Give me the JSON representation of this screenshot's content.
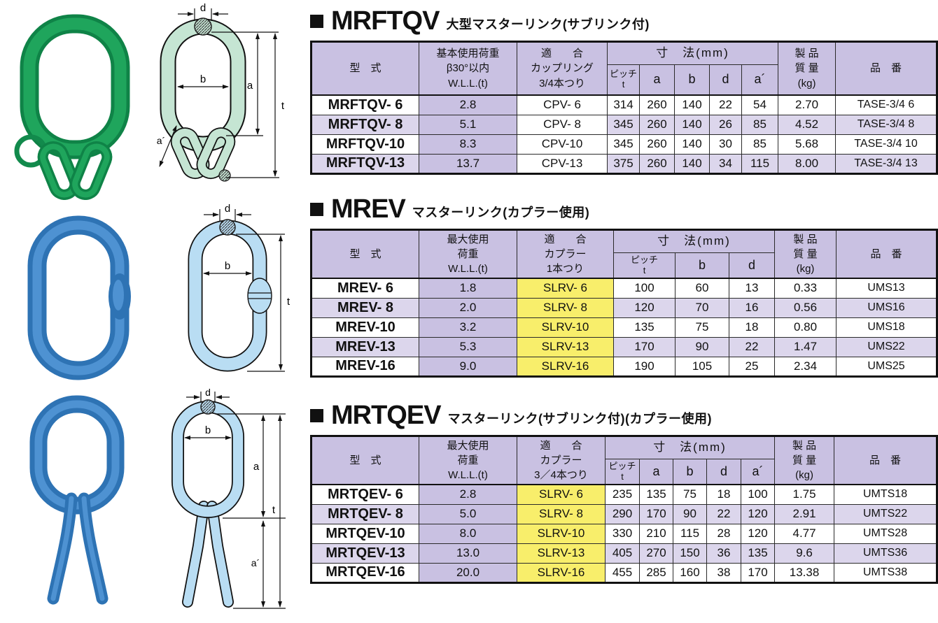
{
  "colors": {
    "header_bg": "#c9c1e2",
    "row_alt_bg": "#dcd6ec",
    "wll_column_bg": "#c9c1e2",
    "coupler_highlight": "#f8ee6b",
    "table_border": "#111111",
    "photo_green": "#1fa55c",
    "photo_blue": "#2e73b4",
    "drawing_green_fill": "#c5e5d3",
    "drawing_blue_fill": "#b9ddf3"
  },
  "dim_labels": {
    "d": "d",
    "b": "b",
    "a": "a",
    "t": "t",
    "a_prime": "a´"
  },
  "sections": [
    {
      "model": "MRFTQV",
      "subtitle": "大型マスターリンク(サブリンク付)",
      "headers": {
        "model": "型　式",
        "wll": "基本使用荷重\nβ30°以内\nW.L.L.(t)",
        "coupling": "適　　合\nカップリング\n3/4本つり",
        "dims_group": "寸　法(mm)",
        "pitch": "ピッチ\nt",
        "a": "a",
        "b": "b",
        "d": "d",
        "a2": "a´",
        "weight": "製 品\n質 量\n(kg)",
        "part": "品　番"
      },
      "rows": [
        [
          "MRFTQV- 6",
          "2.8",
          "CPV- 6",
          "314",
          "260",
          "140",
          "22",
          "54",
          "2.70",
          "TASE-3/4 6"
        ],
        [
          "MRFTQV- 8",
          "5.1",
          "CPV- 8",
          "345",
          "260",
          "140",
          "26",
          "85",
          "4.52",
          "TASE-3/4 8"
        ],
        [
          "MRFTQV-10",
          "8.3",
          "CPV-10",
          "345",
          "260",
          "140",
          "30",
          "85",
          "5.68",
          "TASE-3/4 10"
        ],
        [
          "MRFTQV-13",
          "13.7",
          "CPV-13",
          "375",
          "260",
          "140",
          "34",
          "115",
          "8.00",
          "TASE-3/4 13"
        ]
      ]
    },
    {
      "model": "MREV",
      "subtitle": "マスターリンク(カプラー使用)",
      "headers": {
        "model": "型　式",
        "wll": "最大使用\n荷重\nW.L.L.(t)",
        "coupling": "適　　合\nカプラー\n1本つり",
        "dims_group": "寸　法(mm)",
        "pitch": "ピッチ\nt",
        "b": "b",
        "d": "d",
        "weight": "製 品\n質 量\n(kg)",
        "part": "品　番"
      },
      "rows": [
        [
          "MREV- 6",
          "1.8",
          "SLRV- 6",
          "100",
          "60",
          "13",
          "0.33",
          "UMS13"
        ],
        [
          "MREV- 8",
          "2.0",
          "SLRV- 8",
          "120",
          "70",
          "16",
          "0.56",
          "UMS16"
        ],
        [
          "MREV-10",
          "3.2",
          "SLRV-10",
          "135",
          "75",
          "18",
          "0.80",
          "UMS18"
        ],
        [
          "MREV-13",
          "5.3",
          "SLRV-13",
          "170",
          "90",
          "22",
          "1.47",
          "UMS22"
        ],
        [
          "MREV-16",
          "9.0",
          "SLRV-16",
          "190",
          "105",
          "25",
          "2.34",
          "UMS25"
        ]
      ]
    },
    {
      "model": "MRTQEV",
      "subtitle": "マスターリンク(サブリンク付)(カプラー使用)",
      "headers": {
        "model": "型　式",
        "wll": "最大使用\n荷重\nW.L.L.(t)",
        "coupling": "適　　合\nカプラー\n3／4本つり",
        "dims_group": "寸　法(mm)",
        "pitch": "ピッチ\nt",
        "a": "a",
        "b": "b",
        "d": "d",
        "a2": "a´",
        "weight": "製 品\n質 量\n(kg)",
        "part": "品　番"
      },
      "rows": [
        [
          "MRTQEV- 6",
          "2.8",
          "SLRV- 6",
          "235",
          "135",
          "75",
          "18",
          "100",
          "1.75",
          "UMTS18"
        ],
        [
          "MRTQEV- 8",
          "5.0",
          "SLRV- 8",
          "290",
          "170",
          "90",
          "22",
          "120",
          "2.91",
          "UMTS22"
        ],
        [
          "MRTQEV-10",
          "8.0",
          "SLRV-10",
          "330",
          "210",
          "115",
          "28",
          "120",
          "4.77",
          "UMTS28"
        ],
        [
          "MRTQEV-13",
          "13.0",
          "SLRV-13",
          "405",
          "270",
          "150",
          "36",
          "135",
          "9.6",
          "UMTS36"
        ],
        [
          "MRTQEV-16",
          "20.0",
          "SLRV-16",
          "455",
          "285",
          "160",
          "38",
          "170",
          "13.38",
          "UMTS38"
        ]
      ]
    }
  ]
}
